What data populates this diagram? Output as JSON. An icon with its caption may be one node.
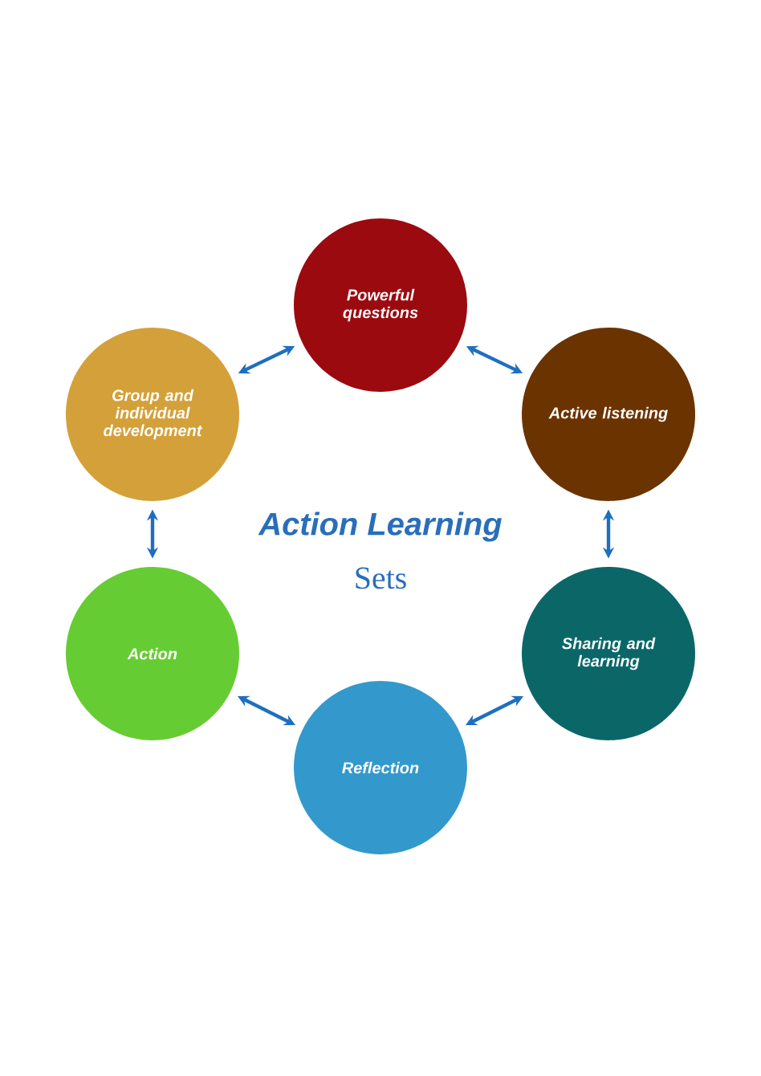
{
  "diagram": {
    "nodes": [
      {
        "text": [
          "Powerful questions"
        ]
      },
      {
        "text": [
          "Active listening"
        ]
      },
      {
        "text": [
          "Sharing and learning"
        ]
      },
      {
        "text": [
          "Reflection"
        ]
      },
      {
        "text": [
          "Action"
        ]
      },
      {
        "text": [
          "Group and individual development"
        ]
      }
    ],
    "edges": [
      {
        "from": 0,
        "to": 1,
        "arrow": "both"
      },
      {
        "from": 1,
        "to": 2,
        "arrow": "both"
      },
      {
        "from": 2,
        "to": 3,
        "arrow": "both"
      },
      {
        "from": 3,
        "to": 4,
        "arrow": "both"
      },
      {
        "from": 4,
        "to": 5,
        "arrow": "both"
      },
      {
        "from": 5,
        "to": 0,
        "arrow": "both"
      }
    ],
    "labels": [
      "Action Learning",
      "Sets"
    ]
  }
}
